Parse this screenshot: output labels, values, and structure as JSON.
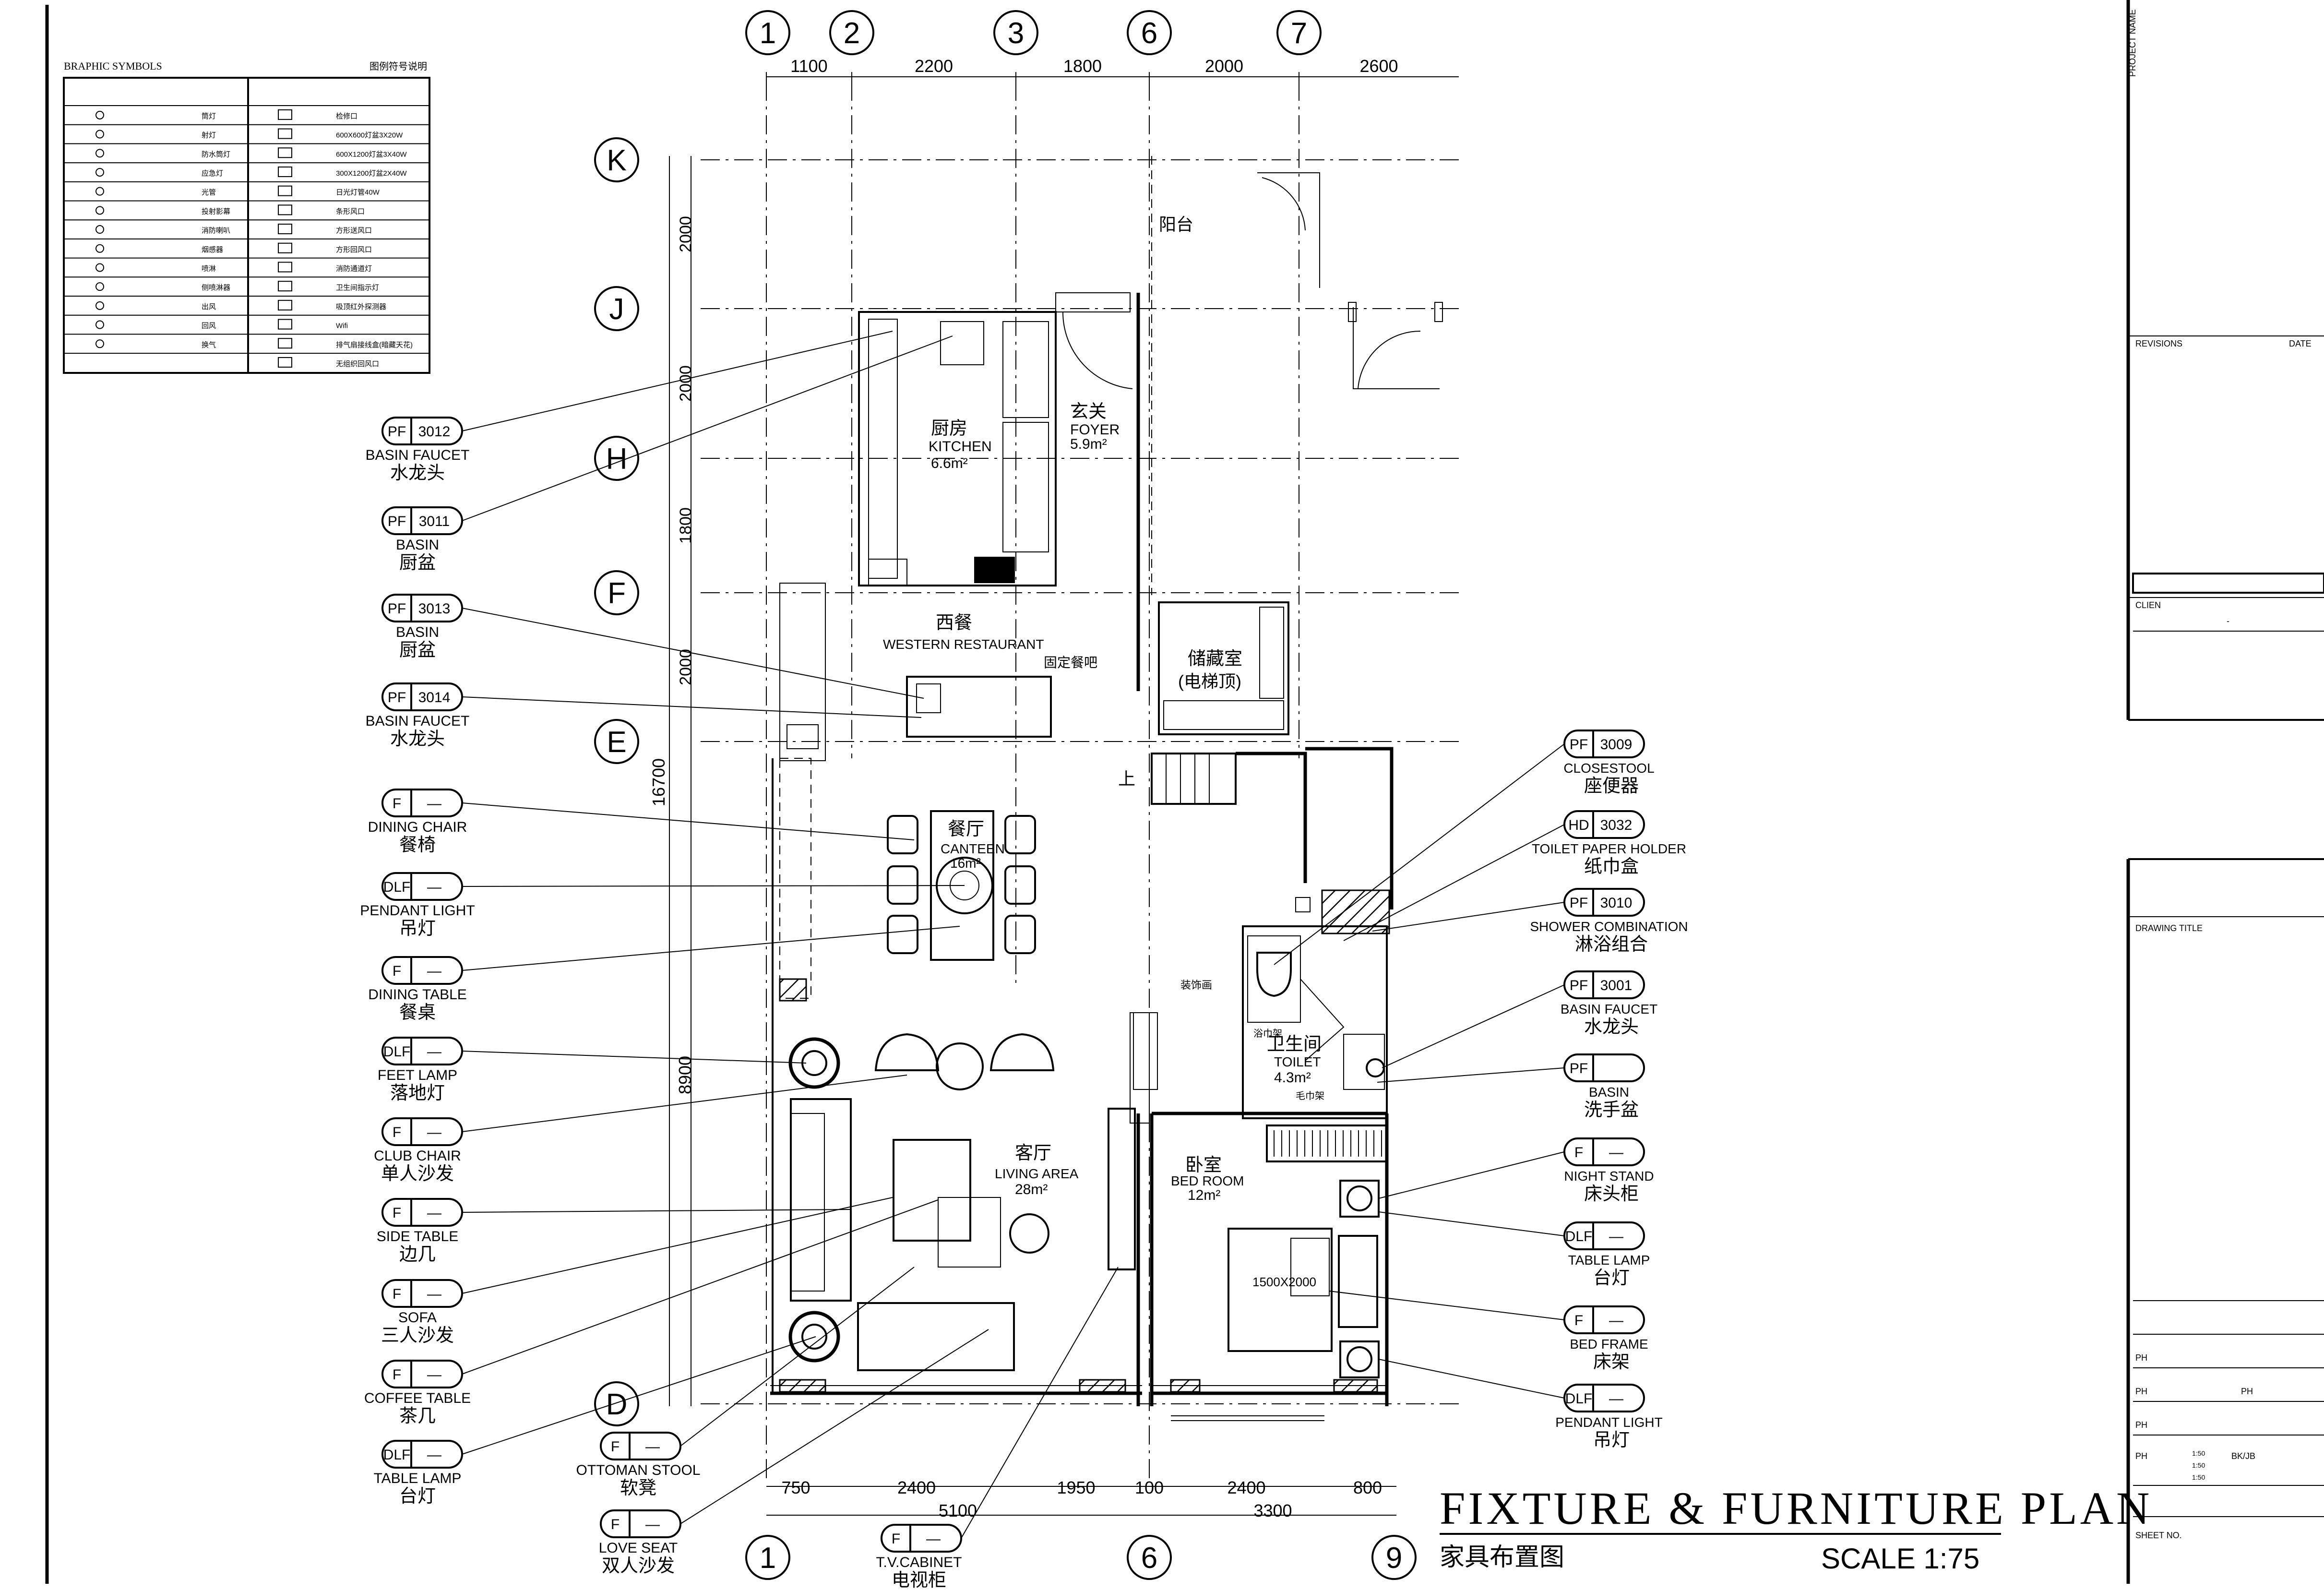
{
  "legend": {
    "title_en": "BRAPHIC SYMBOLS",
    "title_cn": "图例符号说明",
    "left_items": [
      "筒灯",
      "射灯",
      "防水筒灯",
      "应急灯",
      "光管",
      "投射影幕",
      "消防喇叭",
      "烟感器",
      "喷淋",
      "侧喷淋器",
      "出风",
      "回风",
      "换气"
    ],
    "right_items": [
      "检修口",
      "600X600灯盆3X20W",
      "600X1200灯盆3X40W",
      "300X1200灯盆2X40W",
      "日光灯管40W",
      "条形风口",
      "方形送风口",
      "方形回风口",
      "消防通道灯",
      "卫生间指示灯",
      "吸顶红外探测器",
      "Wifi",
      "排气扇接线盒(暗藏天花)",
      "无组织回风口"
    ]
  },
  "grid_top": {
    "axes": [
      "1",
      "2",
      "3",
      "6",
      "7"
    ],
    "dims": [
      "1100",
      "2200",
      "1800",
      "2000",
      "2600"
    ]
  },
  "grid_left": {
    "axes": [
      "K",
      "J",
      "H",
      "F",
      "E",
      "D"
    ],
    "dims": [
      "2000",
      "2000",
      "1800",
      "2000"
    ],
    "dim_total": "16700",
    "dim_lower": "8900"
  },
  "grid_bottom": {
    "axes": [
      "1",
      "6",
      "9"
    ],
    "dims_row1": [
      "750",
      "2400",
      "1950",
      "100",
      "2400",
      "800"
    ],
    "dims_row2": [
      "5100",
      "3300"
    ]
  },
  "rooms": {
    "balcony": "阳台",
    "foyer_cn": "玄关",
    "foyer_en": "FOYER",
    "foyer_area": "5.9m²",
    "kitchen_cn": "厨房",
    "kitchen_en": "KITCHEN",
    "kitchen_area": "6.6m²",
    "western_cn": "西餐",
    "western_en": "WESTERN RESTAURANT",
    "bar": "固定餐吧",
    "storage_cn": "储藏室",
    "storage_sub": "(电梯顶)",
    "stair_up": "上",
    "canteen_cn": "餐厅",
    "canteen_en": "CANTEEN",
    "canteen_area": "16m²",
    "toilet_cn": "卫生间",
    "toilet_en": "TOILET",
    "toilet_area": "4.3m²",
    "deco_mirror": "装饰画",
    "towel_bar": "浴巾架",
    "towel_rack": "毛巾架",
    "living_cn": "客厅",
    "living_en": "LIVING  AREA",
    "living_area": "28m²",
    "bed_cn": "卧室",
    "bed_en": "BED  ROOM",
    "bed_area": "12m²",
    "bed_size": "1500X2000"
  },
  "callouts_left": [
    {
      "code": "PF",
      "num": "3012",
      "en": "BASIN FAUCET",
      "cn": "水龙头"
    },
    {
      "code": "PF",
      "num": "3011",
      "en": "BASIN",
      "cn": "厨盆"
    },
    {
      "code": "PF",
      "num": "3013",
      "en": "BASIN",
      "cn": "厨盆"
    },
    {
      "code": "PF",
      "num": "3014",
      "en": "BASIN FAUCET",
      "cn": "水龙头"
    },
    {
      "code": "F",
      "num": "—",
      "en": "DINING CHAIR",
      "cn": "餐椅"
    },
    {
      "code": "DLF",
      "num": "—",
      "en": "PENDANT LIGHT",
      "cn": "吊灯"
    },
    {
      "code": "F",
      "num": "—",
      "en": "DINING TABLE",
      "cn": "餐桌"
    },
    {
      "code": "DLF",
      "num": "—",
      "en": "FEET LAMP",
      "cn": "落地灯"
    },
    {
      "code": "F",
      "num": "—",
      "en": "CLUB CHAIR",
      "cn": "单人沙发"
    },
    {
      "code": "F",
      "num": "—",
      "en": "SIDE TABLE",
      "cn": "边几"
    },
    {
      "code": "F",
      "num": "—",
      "en": "SOFA",
      "cn": "三人沙发"
    },
    {
      "code": "F",
      "num": "—",
      "en": "COFFEE TABLE",
      "cn": "茶几"
    },
    {
      "code": "DLF",
      "num": "—",
      "en": "TABLE LAMP",
      "cn": "台灯"
    }
  ],
  "callouts_bottom": [
    {
      "code": "F",
      "num": "—",
      "en": "OTTOMAN STOOL",
      "cn": "软凳"
    },
    {
      "code": "F",
      "num": "—",
      "en": "LOVE SEAT",
      "cn": "双人沙发"
    },
    {
      "code": "F",
      "num": "—",
      "en": "T.V.CABINET",
      "cn": "电视柜"
    }
  ],
  "callouts_right": [
    {
      "code": "PF",
      "num": "3009",
      "en": "CLOSESTOOL",
      "cn": "座便器"
    },
    {
      "code": "HD",
      "num": "3032",
      "en": "TOILET PAPER HOLDER",
      "cn": "纸巾盒"
    },
    {
      "code": "PF",
      "num": "3010",
      "en": "SHOWER COMBINATION",
      "cn": "淋浴组合"
    },
    {
      "code": "PF",
      "num": "3001",
      "en": "BASIN FAUCET",
      "cn": "水龙头"
    },
    {
      "code": "PF",
      "num": "",
      "en": "BASIN",
      "cn": "洗手盆"
    },
    {
      "code": "F",
      "num": "—",
      "en": "NIGHT STAND",
      "cn": "床头柜"
    },
    {
      "code": "DLF",
      "num": "—",
      "en": "TABLE LAMP",
      "cn": "台灯"
    },
    {
      "code": "F",
      "num": "—",
      "en": "BED FRAME",
      "cn": "床架"
    },
    {
      "code": "DLF",
      "num": "—",
      "en": "PENDANT LIGHT",
      "cn": "吊灯"
    }
  ],
  "drawing_title": {
    "en": "FIXTURE & FURNITURE PLAN",
    "cn": "家具布置图",
    "scale": "SCALE 1:75"
  },
  "title_block": {
    "project_name": "PROJECT NAME",
    "revisions": "REVISIONS",
    "date": "DATE",
    "client": "CLIEN",
    "client_value": "-",
    "drawing_title": "DRAWING TITLE",
    "ph_rows": [
      "PH",
      "PH",
      "PH",
      "PH"
    ],
    "ph_extra": "PH",
    "scale_a": "1:50",
    "scale_b": "1:50",
    "scale_c": "1:50",
    "drawn": "BK/JB",
    "sheet_no": "SHEET NO."
  }
}
